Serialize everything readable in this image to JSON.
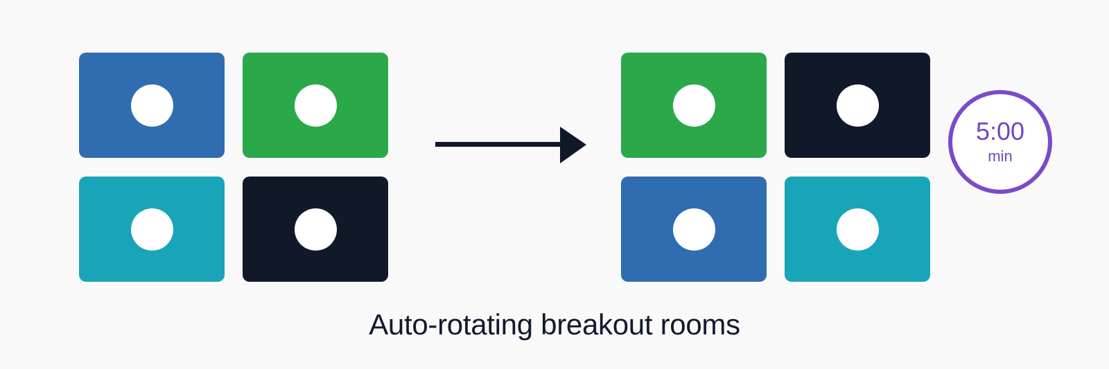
{
  "colors": {
    "background": "#f9f9fa",
    "blue": "#306cb0",
    "green": "#2aa84a",
    "teal": "#19a5b8",
    "navy": "#111829",
    "timer_purple": "#7a4bc7",
    "text": "#121a2c"
  },
  "before_grid": {
    "rooms": [
      {
        "position": "top-left",
        "color": "blue"
      },
      {
        "position": "top-right",
        "color": "green"
      },
      {
        "position": "bottom-left",
        "color": "teal"
      },
      {
        "position": "bottom-right",
        "color": "navy"
      }
    ]
  },
  "arrow": {
    "icon": "right-arrow-icon"
  },
  "after_grid": {
    "rooms": [
      {
        "position": "top-left",
        "color": "green"
      },
      {
        "position": "top-right",
        "color": "navy"
      },
      {
        "position": "bottom-left",
        "color": "blue"
      },
      {
        "position": "bottom-right",
        "color": "teal"
      }
    ]
  },
  "timer": {
    "time": "5:00",
    "unit": "min"
  },
  "caption": "Auto-rotating breakout rooms"
}
